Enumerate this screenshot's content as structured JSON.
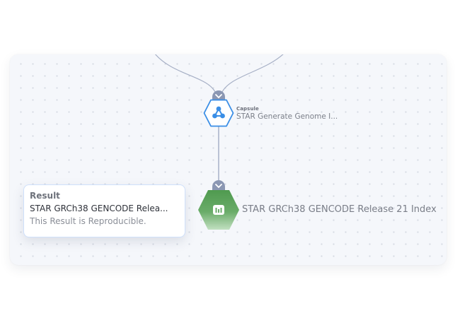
{
  "colors": {
    "canvas_bg": "#f5f7fb",
    "edge": "#a7b0c6",
    "connector": "#8b97b3",
    "capsule_border": "#3a8ee6",
    "capsule_icon": "#3a8ee6",
    "result_green_top": "#4f9a4f",
    "result_green_bottom": "#b6d8b5",
    "tooltip_border": "#cfe0fb"
  },
  "nodes": {
    "capsule": {
      "type_label": "Capsule",
      "title": "STAR Generate Genome I...",
      "icon": "capsule-network-icon"
    },
    "result": {
      "title": "STAR GRCh38 GENCODE Release 21 Index",
      "icon": "chart-bars-icon"
    }
  },
  "tooltip": {
    "heading": "Result",
    "name": "STAR GRCh38 GENCODE Relea...",
    "status": "This Result is Reproducible."
  },
  "connectors": {
    "capsule_input": "chevron-down-icon",
    "result_input": "chevron-down-icon"
  }
}
